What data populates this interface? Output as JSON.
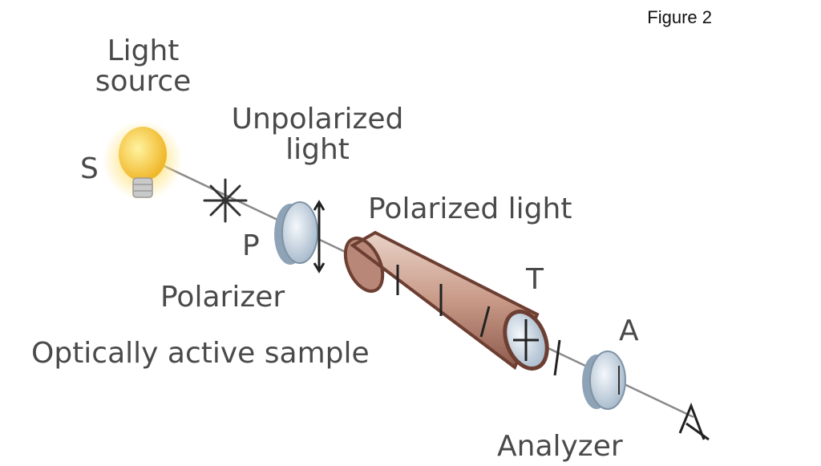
{
  "figure_label": "Figure 2",
  "labels": {
    "light_source_line1": "Light",
    "light_source_line2": "source",
    "s": "S",
    "unpolarized_line1": "Unpolarized",
    "unpolarized_line2": "light",
    "polarized_light": "Polarized light",
    "p": "P",
    "polarizer": "Polarizer",
    "t": "T",
    "optically_active_sample": "Optically active sample",
    "a": "A",
    "analyzer": "Analyzer"
  },
  "icons": {
    "bulb": "light-bulb-icon",
    "unpolarized": "unpolarized-starburst-icon",
    "polarizer": "polarizer-disc-icon",
    "tube": "sample-tube-icon",
    "analyzer": "analyzer-disc-icon",
    "eye": "observer-eye-icon"
  },
  "colors": {
    "text": "#4a4a4a",
    "bulb": "#f3c53a",
    "tube": "#b07a6a",
    "disc": "#c9d6e3"
  }
}
